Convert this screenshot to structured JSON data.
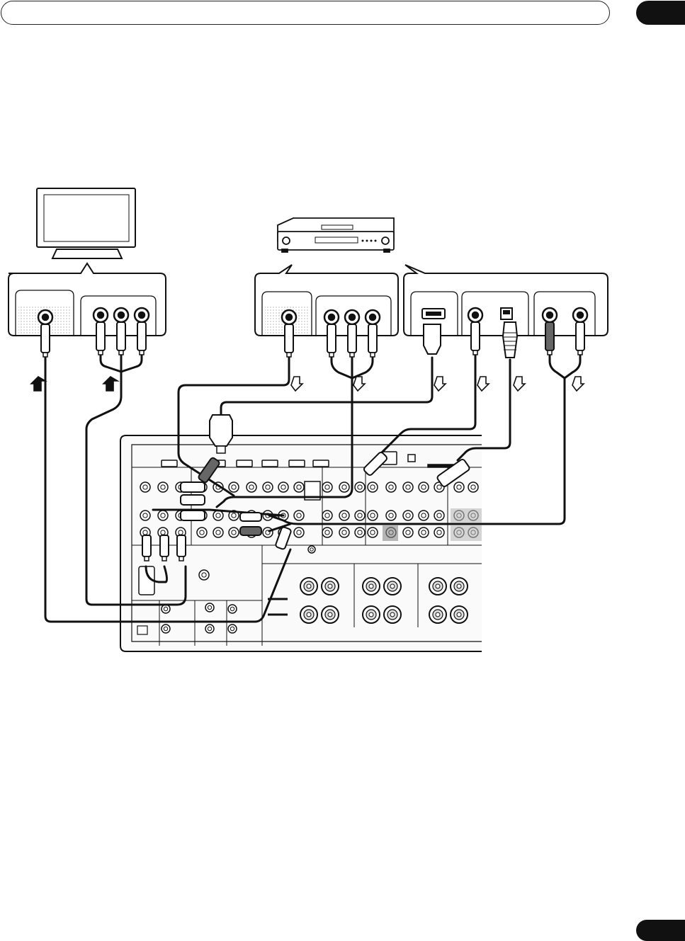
{
  "header": {
    "title": "",
    "chapter": "",
    "page_number": ""
  },
  "colors": {
    "ink": "#111111",
    "panel_fill": "#f4f4f4",
    "cable_fill": "#ffffff",
    "cable_dark": "#555555",
    "hatch": "#cccccc"
  },
  "diagram": {
    "devices": [
      "tv-monitor",
      "dvd-player",
      "av-receiver"
    ],
    "icons": [
      "signal-direction-arrow-icon",
      "hdmi-plug-icon",
      "rca-plug-icon",
      "optical-plug-icon",
      "coaxial-plug-icon"
    ]
  }
}
